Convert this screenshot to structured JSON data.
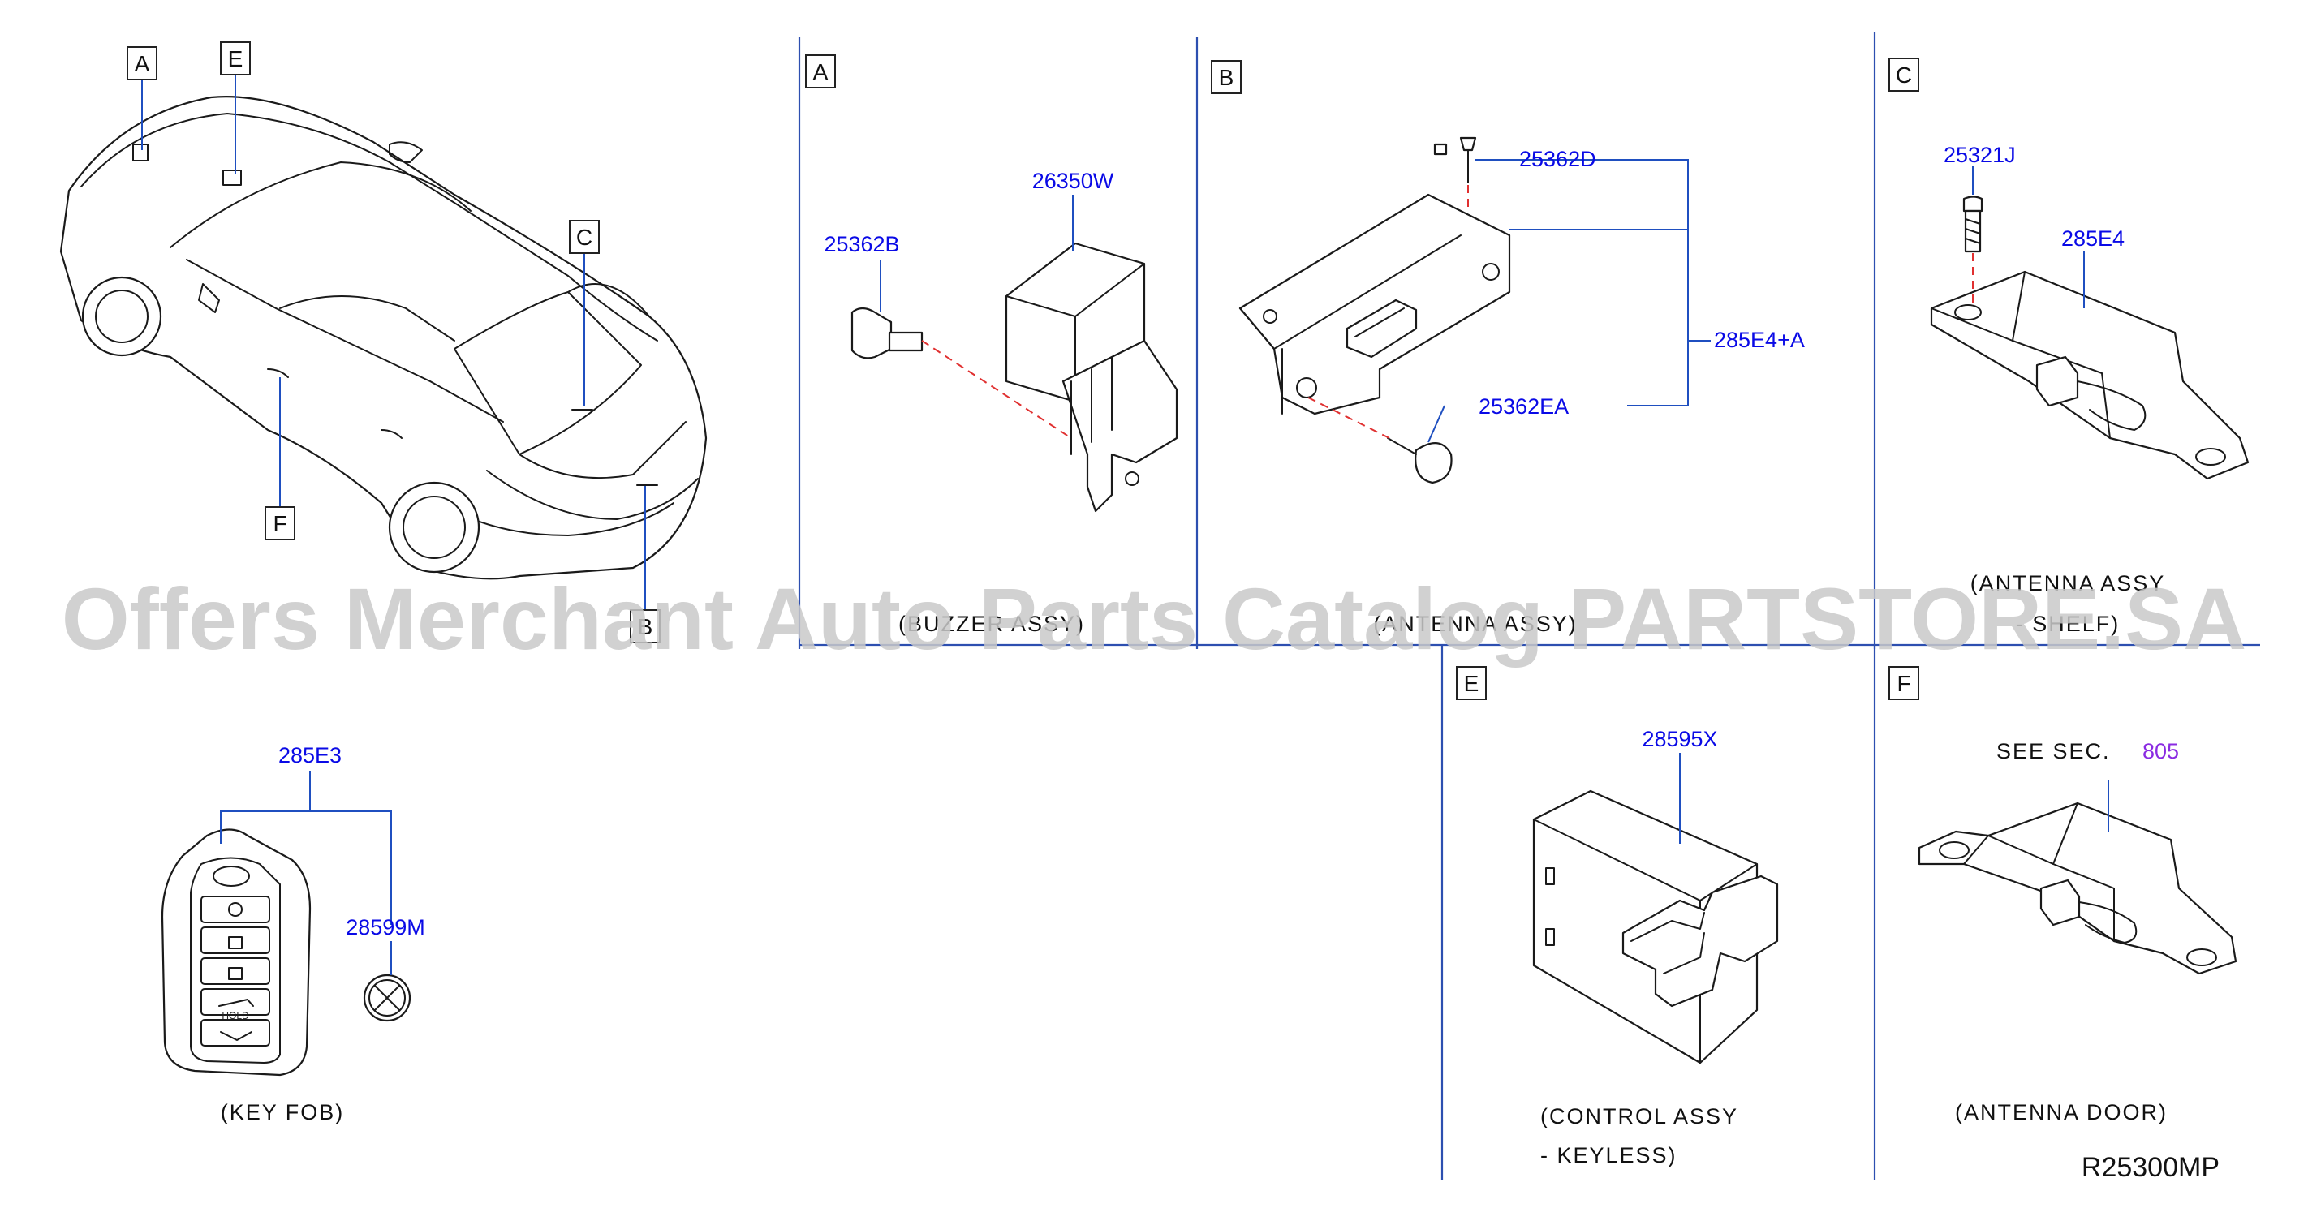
{
  "watermark": "Offers Merchant Auto Parts Catalog PARTSTORE.SA",
  "diagram_code": "R25300MP",
  "overview_labels": {
    "a": "A",
    "e": "E",
    "c": "C",
    "f": "F",
    "b": "B"
  },
  "panel_a": {
    "letter": "A",
    "parts": {
      "buzzer": "26350W",
      "bolt": "25362B"
    },
    "caption": "(BUZZER ASSY)"
  },
  "panel_b": {
    "letter": "B",
    "parts": {
      "bolt": "25362D",
      "assy": "285E4+A",
      "clip": "25362EA"
    },
    "caption": "(ANTENNA ASSY)"
  },
  "panel_c": {
    "letter": "C",
    "parts": {
      "bolt": "25321J",
      "antenna": "285E4"
    },
    "caption_line1": "(ANTENNA ASSY",
    "caption_line2": "- SHELF)"
  },
  "key_fob": {
    "parts": {
      "fob": "285E3",
      "battery": "28599M"
    },
    "caption": "(KEY FOB)",
    "hold_label": "HOLD"
  },
  "panel_e": {
    "letter": "E",
    "parts": {
      "control": "28595X"
    },
    "caption_line1": "(CONTROL ASSY",
    "caption_line2": "- KEYLESS)"
  },
  "panel_f": {
    "letter": "F",
    "see_sec": "SEE SEC.",
    "sec_num": "805",
    "sec_color": "#8a2be2",
    "caption": "(ANTENNA DOOR)"
  }
}
